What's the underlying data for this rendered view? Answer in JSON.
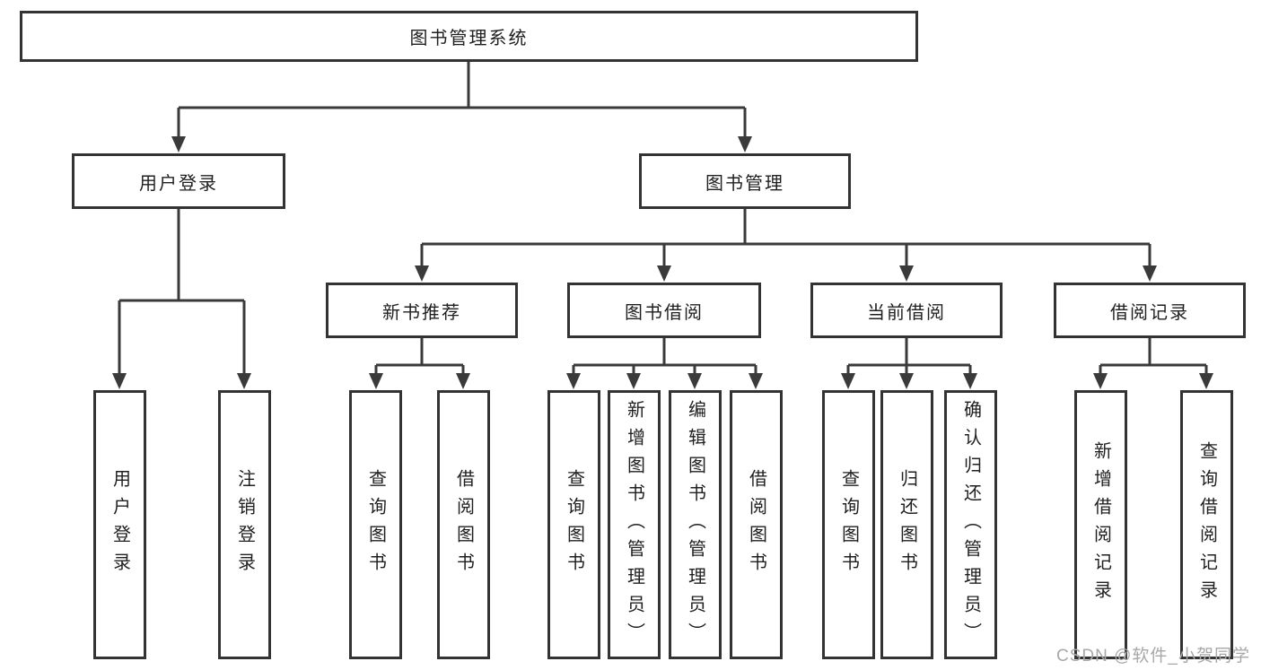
{
  "diagram": {
    "root": {
      "label": "图书管理系统"
    },
    "level2": [
      {
        "label": "用户登录"
      },
      {
        "label": "图书管理"
      }
    ],
    "level3": [
      {
        "label": "新书推荐"
      },
      {
        "label": "图书借阅"
      },
      {
        "label": "当前借阅"
      },
      {
        "label": "借阅记录"
      }
    ],
    "leaves": {
      "user_login": [
        {
          "label": "用户登录"
        },
        {
          "label": "注销登录"
        }
      ],
      "new_books": [
        {
          "label": "查询图书"
        },
        {
          "label": "借阅图书"
        }
      ],
      "book_borrow": [
        {
          "label": "查询图书"
        },
        {
          "label": "新增图书（管理员）"
        },
        {
          "label": "编辑图书（管理员）"
        },
        {
          "label": "借阅图书"
        }
      ],
      "current_borrow": [
        {
          "label": "查询图书"
        },
        {
          "label": "归还图书"
        },
        {
          "label": "确认归还（管理员）"
        }
      ],
      "borrow_records": [
        {
          "label": "新增借阅记录"
        },
        {
          "label": "查询借阅记录"
        }
      ]
    },
    "watermark": "CSDN @软件_小贺同学",
    "colors": {
      "line": "#3a3a3a",
      "border": "#333333",
      "text": "#1f1f1f",
      "watermark": "#a8a8a8"
    }
  }
}
